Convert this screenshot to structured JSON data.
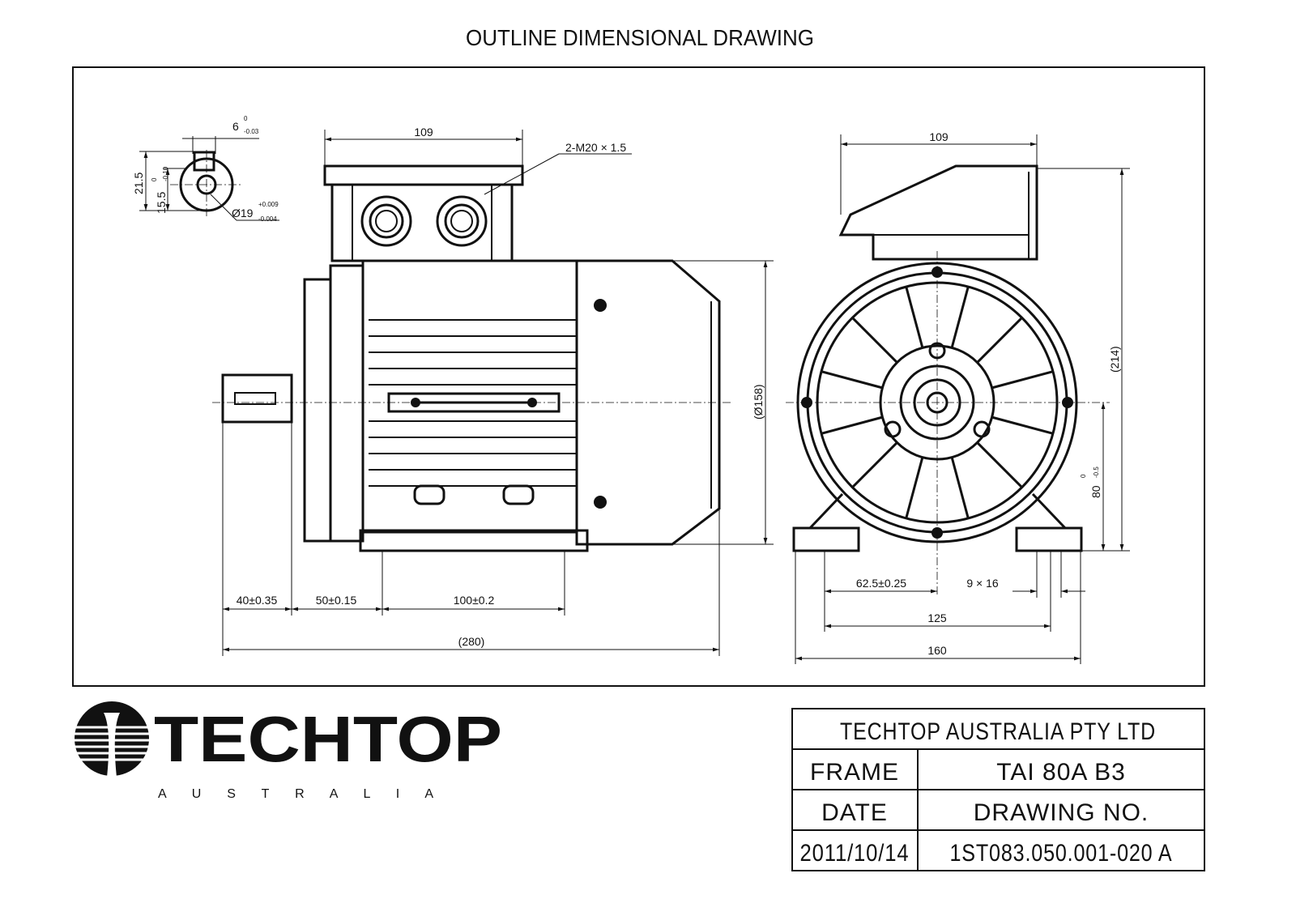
{
  "title": "OUTLINE DIMENSIONAL DRAWING",
  "shaft_detail": {
    "key_width": "6",
    "key_width_tol_upper": "0",
    "key_width_tol_lower": "-0.03",
    "height_to_key": "21.5",
    "keyway_depth": "15.5",
    "keyway_tol_upper": "0",
    "keyway_tol_lower": "-0.10",
    "shaft_dia": "Ø19",
    "shaft_dia_tol_upper": "+0.009",
    "shaft_dia_tol_lower": "-0.004"
  },
  "side_view": {
    "box_width": "109",
    "gland_thread": "2-M20 × 1.5",
    "body_dia": "(Ø158)",
    "shaft_length": "40±0.35",
    "shaft_to_foot": "50±0.15",
    "foot_hole_spacing": "100±0.2",
    "overall_length": "(280)"
  },
  "front_view": {
    "box_width": "109",
    "overall_height": "(214)",
    "shaft_height": "80",
    "shaft_height_tol_upper": "0",
    "shaft_height_tol_lower": "-0.5",
    "half_foot_span": "62.5±0.25",
    "foot_slot": "9 × 16",
    "foot_hole_span": "125",
    "foot_width": "160"
  },
  "logo": {
    "name": "TECHTOP",
    "subtitle": "A U S T R A L I A"
  },
  "title_block": {
    "company": "TECHTOP AUSTRALIA PTY LTD",
    "frame_label": "FRAME",
    "frame_value": "TAI 80A B3",
    "date_label": "DATE",
    "drawing_no_label": "DRAWING NO.",
    "date_value": "2011/10/14",
    "drawing_no_value": "1ST083.050.001-020 A"
  }
}
